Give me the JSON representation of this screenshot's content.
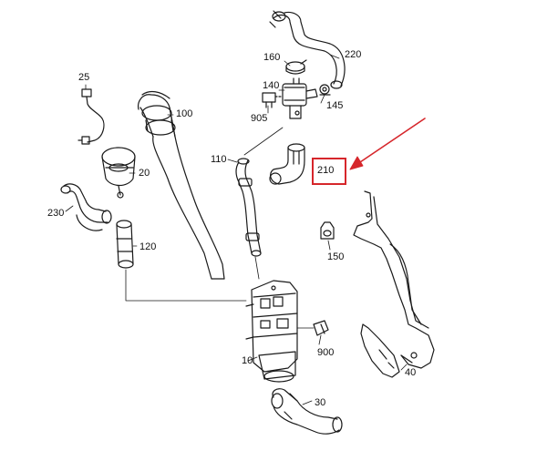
{
  "callouts": {
    "p25": "25",
    "p100": "100",
    "p160": "160",
    "p220": "220",
    "p140": "140",
    "p905": "905",
    "p145": "145",
    "p110": "110",
    "p20": "20",
    "p230": "230",
    "p120": "120",
    "p150": "150",
    "p900": "900",
    "p10": "10",
    "p40": "40",
    "p30": "30",
    "p210": "210"
  },
  "highlight": {
    "label": "210",
    "color": "#d6262b"
  },
  "colors": {
    "line": "#1a1a1a",
    "accent": "#d6262b"
  }
}
